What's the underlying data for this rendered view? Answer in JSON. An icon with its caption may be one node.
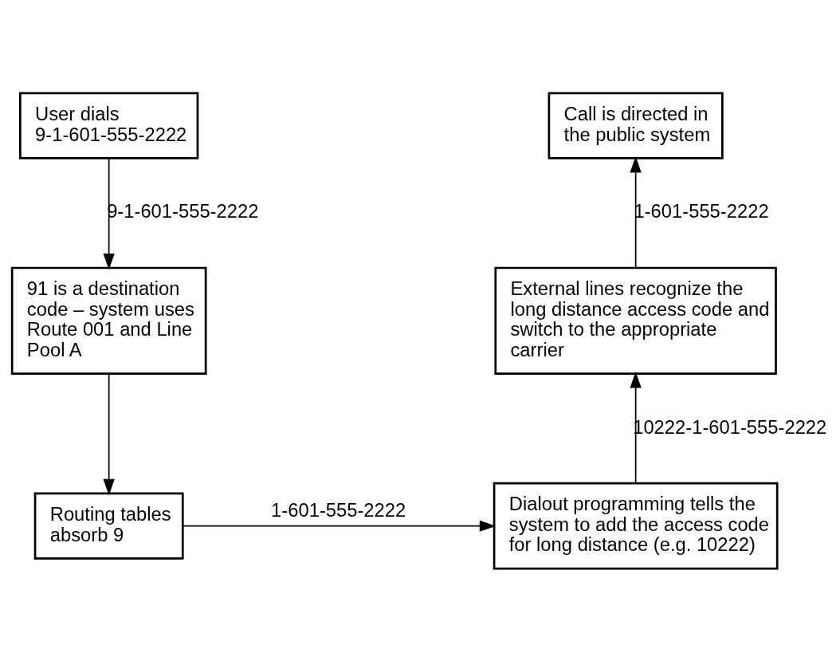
{
  "diagram": {
    "nodes": [
      {
        "text": [
          "User dials",
          "9-1-601-555-2222"
        ]
      },
      {
        "text": [
          "91 is a destination code – system uses Route 001 and Line Pool A"
        ]
      },
      {
        "text": [
          "Routing tables absorb 9"
        ]
      },
      {
        "text": [
          "Dialout programming tells the system to add the access code for long distance (e.g. 10222)"
        ]
      },
      {
        "text": [
          "External lines recognize the long distance access code and switch to the appropriate carrier"
        ]
      },
      {
        "text": [
          "Call is directed in the public system"
        ]
      }
    ],
    "edges": [
      {
        "from": 0,
        "to": 1,
        "arrow": "to",
        "label": "9-1-601-555-2222"
      },
      {
        "from": 1,
        "to": 2,
        "arrow": "to"
      },
      {
        "from": 2,
        "to": 3,
        "arrow": "to",
        "label": "1-601-555-2222"
      },
      {
        "from": 3,
        "to": 4,
        "arrow": "to",
        "label": "10222-1-601-555-2222"
      },
      {
        "from": 4,
        "to": 5,
        "arrow": "to",
        "label": "1-601-555-2222"
      }
    ]
  }
}
